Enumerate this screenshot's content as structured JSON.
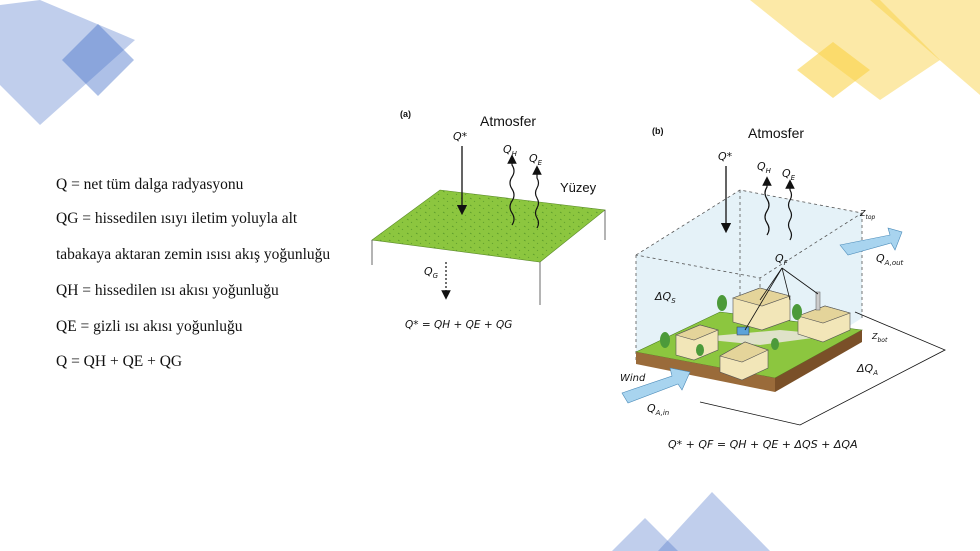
{
  "definitions": [
    "Q = net tüm dalga  radyasyonu",
    "QG = hissedilen  ısıyı  iletim yoluyla  alt",
    "tabakaya  aktaran  zemin ısısı akış yoğunluğu",
    "QH = hissedilen  ısı akısı yoğunluğu",
    "QE = gizli ısı akısı yoğunluğu",
    " Q = QH + QE + QG"
  ],
  "panel_a": {
    "label": "(a)",
    "atmosphere": "Atmosfer",
    "surface": "Yüzey",
    "q_star": "Q*",
    "q_h": "Q",
    "q_h_sub": "H",
    "q_e": "Q",
    "q_e_sub": "E",
    "q_g": "Q",
    "q_g_sub": "G",
    "equation": "Q* = QH + QE + QG"
  },
  "panel_b": {
    "label": "(b)",
    "atmosphere": "Atmosfer",
    "q_star": "Q*",
    "q_h": "Q",
    "q_h_sub": "H",
    "q_e": "Q",
    "q_e_sub": "E",
    "q_f": "Q",
    "q_f_sub": "F",
    "delta_qs": "ΔQ",
    "delta_qs_sub": "S",
    "delta_qa": "ΔQ",
    "delta_qa_sub": "A",
    "z_top": "Z",
    "z_top_sub": "top",
    "z_bot": "Z",
    "z_bot_sub": "bot",
    "qa_out": "Q",
    "qa_out_sub": "A,out",
    "qa_in": "Q",
    "qa_in_sub": "A,in",
    "wind": "Wind",
    "equation": "Q* + QF = QH + QE + ΔQS + ΔQA"
  },
  "colors": {
    "blue_deco": "#4a74c9",
    "yellow_deco": "#f9cf3c",
    "grass": "#8cc63f",
    "box_fill": "#cfe7f3",
    "arrow_fill": "#a8d4ef"
  }
}
